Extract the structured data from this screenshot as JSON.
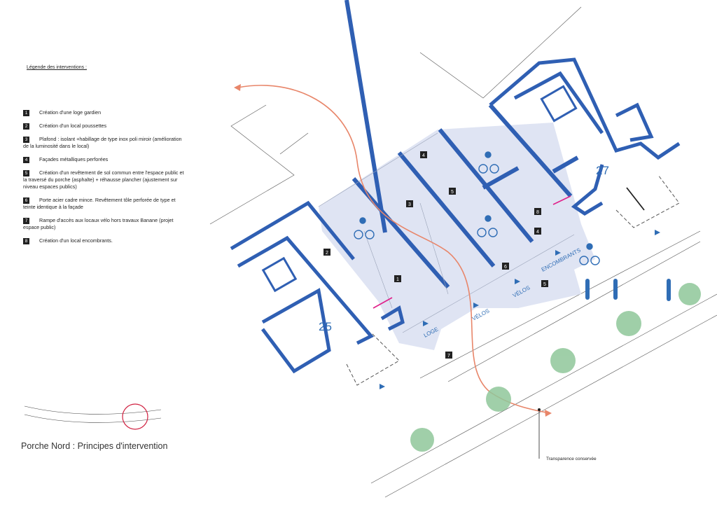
{
  "legend": {
    "title": "Légende des interventions :",
    "items": [
      {
        "num": "1",
        "text": "Création d'une loge gardien"
      },
      {
        "num": "2",
        "text": "Création d'un local poussettes"
      },
      {
        "num": "3",
        "text": "Plafond : isolant +habillage de type inox poli miroir (amélioration de la luminosité dans le local)"
      },
      {
        "num": "4",
        "text": "Façades métalliques perforées"
      },
      {
        "num": "5",
        "text": "Création d'un revêtement de sol commun entre l'espace public et la traversé du porche  (asphalte) + réhausse plancher (ajustement sur niveau espaces publics)"
      },
      {
        "num": "6",
        "text": "Porte acier cadre mince. Revêtement tôle perforée de type et teinte identique à la façade"
      },
      {
        "num": "7",
        "text": "Rampe d'accès aux locaux vélo hors travaux Banane (projet espace public)"
      },
      {
        "num": "8",
        "text": "Création d'un local encombrants."
      }
    ]
  },
  "plan": {
    "building_left": "25",
    "building_right": "27",
    "zone_labels": {
      "loge": "LOGE",
      "velos_1": "VÉLOS",
      "velos_2": "VÉLOS",
      "encombrants": "ENCOMBRANTS"
    },
    "tags": {
      "t1": "1",
      "t2": "2",
      "t3": "3",
      "t4a": "4",
      "t4b": "4",
      "t5a": "5",
      "t5b": "5",
      "t6": "6",
      "t7": "7",
      "t8": "8"
    },
    "annotation": "Transparence conservée"
  },
  "title": "Porche Nord : Principes d'intervention",
  "colors": {
    "wall": "#2f5fb3",
    "floor": "#dfe4f3",
    "path": "#e8866a",
    "arrow": "#e0208a",
    "tree": "#8fc79a"
  }
}
